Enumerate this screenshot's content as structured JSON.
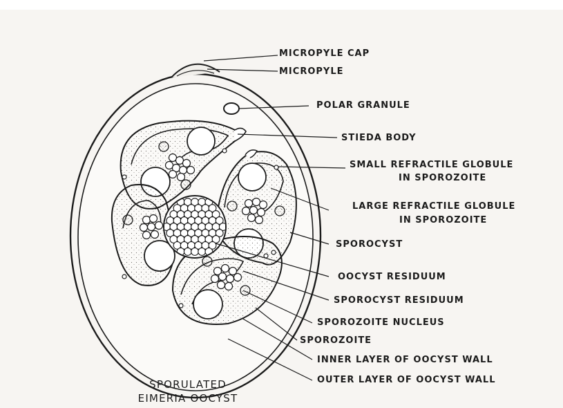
{
  "figure": {
    "caption_line1": "SPORULATED",
    "caption_line2": "EIMERIA OOCYST"
  },
  "labels": {
    "micropyle_cap": "MICROPYLE CAP",
    "micropyle": "MICROPYLE",
    "polar_granule": "POLAR GRANULE",
    "stieda_body": "STIEDA BODY",
    "small_refractile_line1": "SMALL REFRACTILE GLOBULE",
    "small_refractile_line2": "IN SPOROZOITE",
    "large_refractile_line1": "LARGE REFRACTILE GLOBULE",
    "large_refractile_line2": "IN SPOROZOITE",
    "sporocyst": "SPOROCYST",
    "oocyst_residuum": "OOCYST RESIDUUM",
    "sporocyst_residuum": "SPOROCYST RESIDUUM",
    "sporozoite_nucleus": "SPOROZOITE NUCLEUS",
    "sporozoite": "SPOROZOITE",
    "inner_wall": "INNER LAYER OF OOCYST WALL",
    "outer_wall": "OUTER LAYER OF OOCYST WALL"
  },
  "colors": {
    "ink": "#1b1b1b",
    "paper": "#f7f5f2",
    "stipple": "#e3e0dc"
  }
}
